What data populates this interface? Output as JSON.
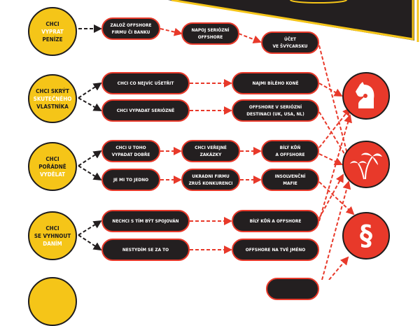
{
  "colors": {
    "yellow": "#f5c518",
    "red": "#e8392a",
    "black": "#231f20"
  },
  "rows": [
    {
      "goal": [
        "Chci",
        "vyprat",
        "peníze"
      ],
      "pills": [
        [
          "Založ offshore",
          "firmu či banku"
        ],
        [
          "Napoj seriózní",
          "offshore"
        ],
        [
          "Účet",
          "ve Švýcarsku"
        ]
      ]
    },
    {
      "goal": [
        "Chci skrýt",
        "skutečného",
        "vlastníka"
      ],
      "pills": [
        [
          "Chci co nejvíc ušetřit"
        ],
        [
          "Chci vypadat seriózně"
        ],
        [
          "Najmi bílého koně"
        ],
        [
          "Offshore v seriózní",
          "destinaci (UK, USA, NL)"
        ]
      ]
    },
    {
      "goal": [
        "Chci",
        "pořádně",
        "vydělat"
      ],
      "pills": [
        [
          "Chci u toho",
          "vypadat dobře"
        ],
        [
          "Chci veřejné",
          "zakázky"
        ],
        [
          "Bílý kůň",
          "a offshore"
        ],
        [
          "Je mi to jedno"
        ],
        [
          "Ukradni firmu",
          "zruš konkurenci"
        ],
        [
          "Insolvenční",
          "mafie"
        ]
      ]
    },
    {
      "goal": [
        "Chci",
        "se vyhnout",
        "daním"
      ],
      "pills": [
        [
          "Nechci s tím být spojován"
        ],
        [
          "Bílý kůň a offshore"
        ],
        [
          "Nestydím se za to"
        ],
        [
          "Offshore na tvé jméno"
        ]
      ]
    }
  ],
  "icons": [
    "horse-icon",
    "palm-icon",
    "paragraph-icon"
  ],
  "icons_text": {
    "paragraph": "§"
  }
}
